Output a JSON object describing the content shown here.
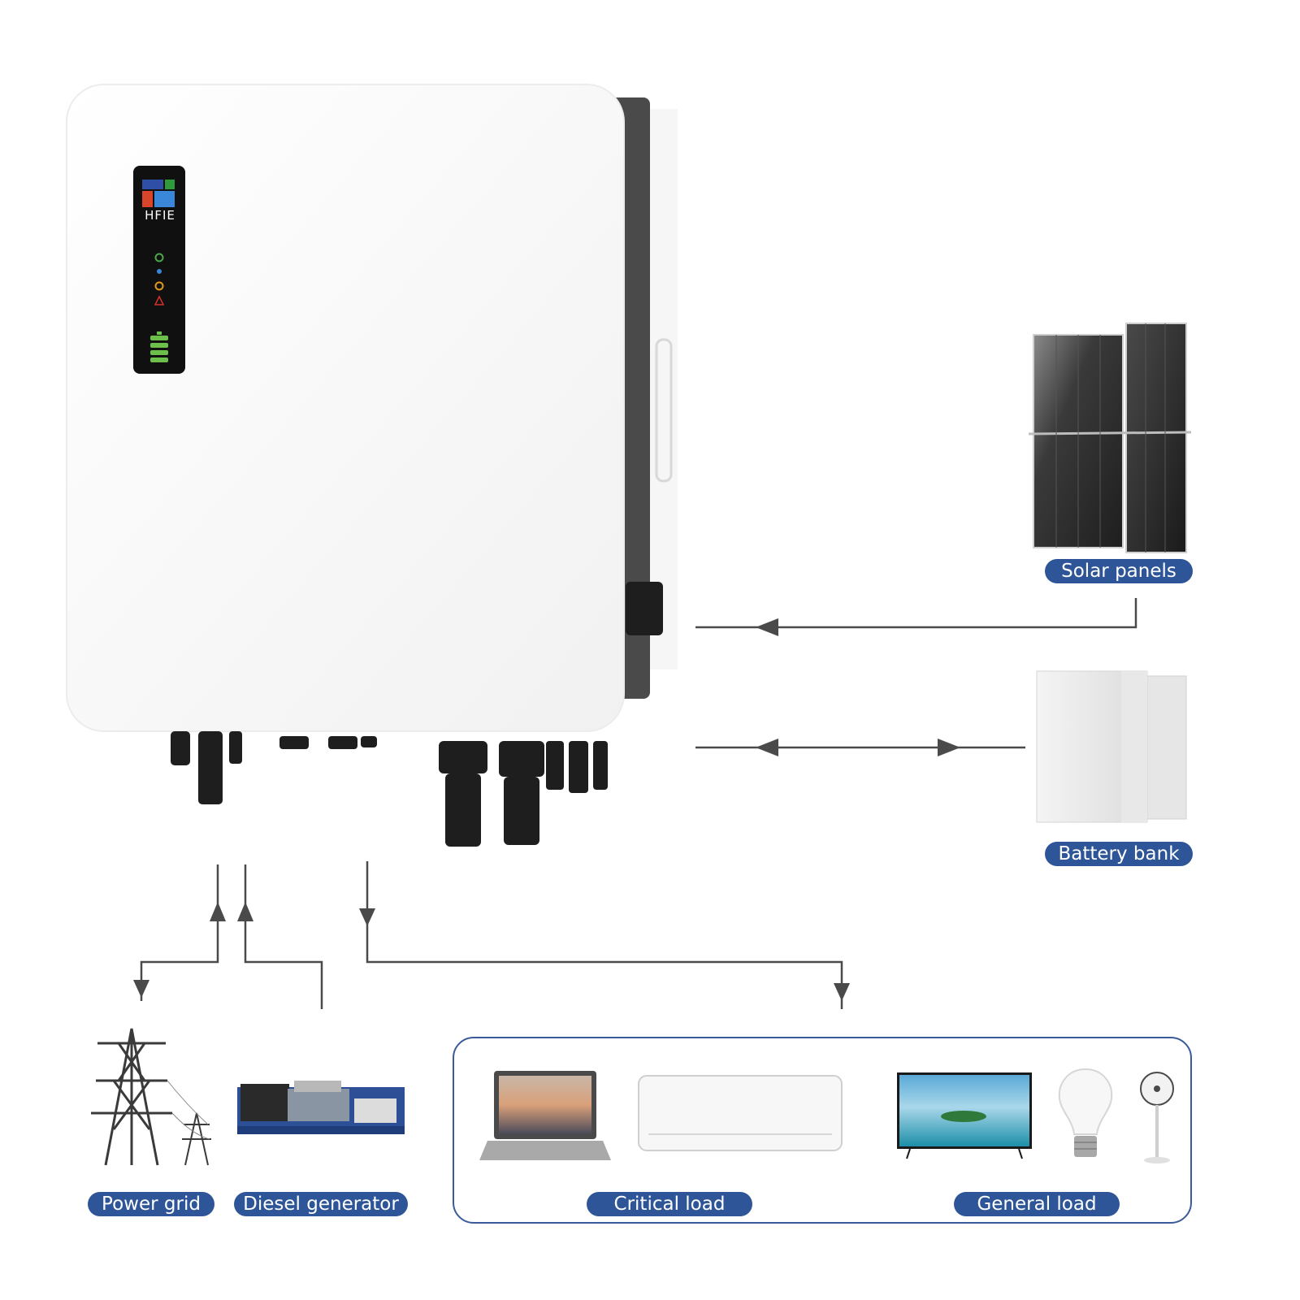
{
  "inverter": {
    "brand": "HFIE"
  },
  "labels": {
    "solar": "Solar panels",
    "battery": "Battery bank",
    "grid": "Power grid",
    "generator": "Diesel generator",
    "critical": "Critical load",
    "general": "General load"
  },
  "colors": {
    "pill": "#2e5597",
    "arrow": "#4a4a4a",
    "box_border": "#3b5a9a"
  }
}
